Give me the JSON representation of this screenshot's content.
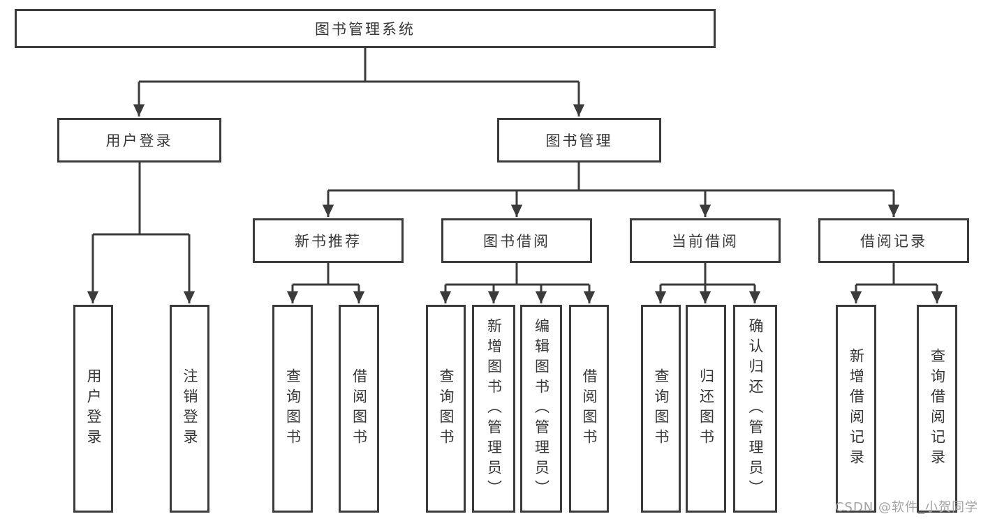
{
  "diagram": {
    "root": {
      "label": "图书管理系统",
      "children": [
        {
          "label": "用户登录",
          "children": [
            {
              "label": "用户登录"
            },
            {
              "label": "注销登录"
            }
          ]
        },
        {
          "label": "图书管理",
          "children": [
            {
              "label": "新书推荐",
              "children": [
                {
                  "label": "查询图书"
                },
                {
                  "label": "借阅图书"
                }
              ]
            },
            {
              "label": "图书借阅",
              "children": [
                {
                  "label": "查询图书"
                },
                {
                  "label": "新增图书（管理员）"
                },
                {
                  "label": "编辑图书（管理员）"
                },
                {
                  "label": "借阅图书"
                }
              ]
            },
            {
              "label": "当前借阅",
              "children": [
                {
                  "label": "查询图书"
                },
                {
                  "label": "归还图书"
                },
                {
                  "label": "确认归还（管理员）"
                }
              ]
            },
            {
              "label": "借阅记录",
              "children": [
                {
                  "label": "新增借阅记录"
                },
                {
                  "label": "查询借阅记录"
                }
              ]
            }
          ]
        }
      ]
    }
  },
  "watermark": {
    "text": "CSDN @软件_小贺同学"
  },
  "colors": {
    "line": "#3b3b3b",
    "text": "#383838",
    "watermark": "#a3a3a3",
    "background": "#ffffff"
  }
}
